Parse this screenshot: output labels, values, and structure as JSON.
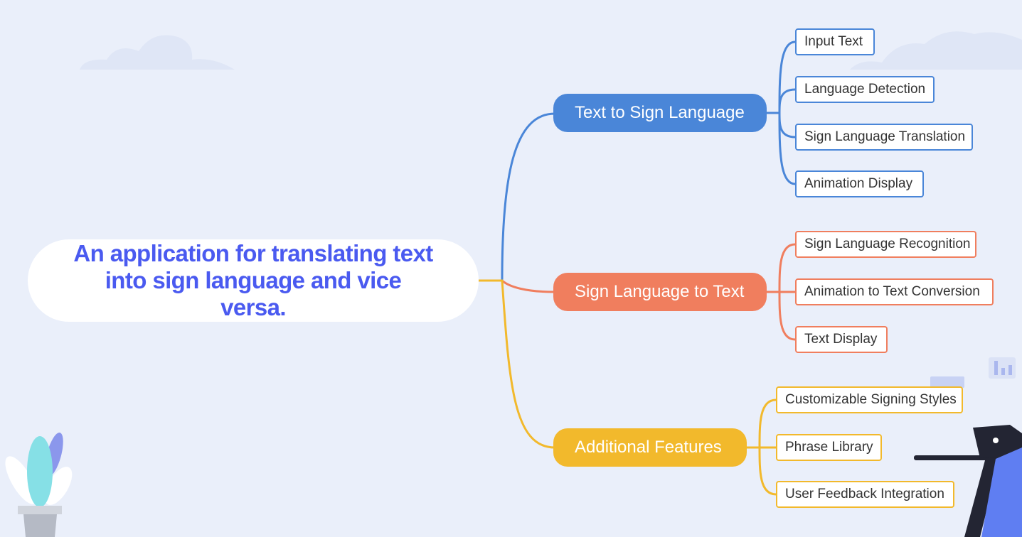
{
  "root": {
    "title": "An application for translating text into sign language and vice versa."
  },
  "colors": {
    "blue": "#4a86d8",
    "orange": "#f07e5e",
    "yellow": "#f2b92c",
    "root_text": "#4a5af0",
    "background": "#eaeffa"
  },
  "branches": [
    {
      "label": "Text to Sign Language",
      "color": "#4a86d8",
      "children": [
        "Input Text",
        "Language Detection",
        "Sign Language Translation",
        "Animation Display"
      ]
    },
    {
      "label": "Sign Language to Text",
      "color": "#f07e5e",
      "children": [
        "Sign Language Recognition",
        "Animation to Text Conversion",
        "Text Display"
      ]
    },
    {
      "label": "Additional Features",
      "color": "#f2b92c",
      "children": [
        "Customizable Signing Styles",
        "Phrase Library",
        "User Feedback Integration"
      ]
    }
  ],
  "decorations": [
    "cloud-decoration",
    "plant-decoration",
    "person-decoration",
    "chart-decoration"
  ]
}
